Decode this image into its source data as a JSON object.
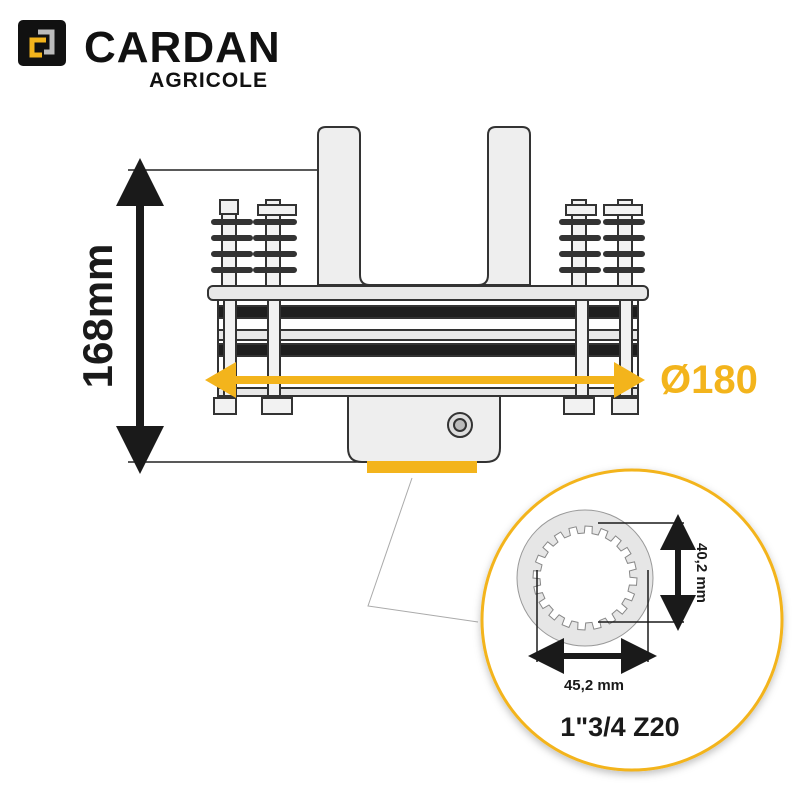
{
  "logo": {
    "brand": "CARDAN",
    "sub": "AGRICOLE"
  },
  "dimensions": {
    "height_label": "168mm",
    "diameter_label": "Ø180",
    "spline_height_label": "40,2 mm",
    "spline_width_label": "45,2 mm",
    "spline_spec": "1\"3/4 Z20"
  },
  "colors": {
    "accent": "#f3b41c",
    "dark": "#1a1a1a",
    "metal": "#e4e4e4"
  }
}
